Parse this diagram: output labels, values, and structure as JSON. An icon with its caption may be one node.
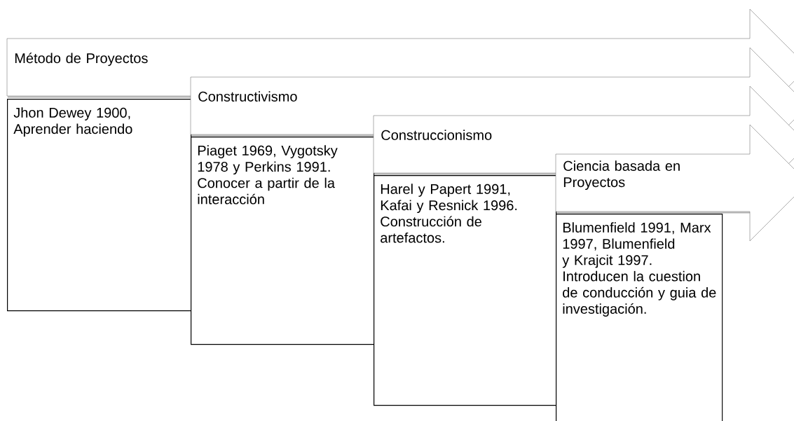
{
  "diagram": {
    "nodes": [
      {
        "text": [
          "Método de Proyectos"
        ]
      },
      {
        "text": [
          "Jhon Dewey 1900, Aprender haciendo"
        ]
      },
      {
        "text": [
          "Constructivismo"
        ]
      },
      {
        "text": [
          "Piaget 1969, Vygotsky 1978 y Perkins 1991. Conocer a partir de la interacción"
        ]
      },
      {
        "text": [
          "Construccionismo"
        ]
      },
      {
        "text": [
          "Harel y Papert 1991, Kafai y Resnick 1996. Construcción de artefactos."
        ]
      },
      {
        "text": [
          "Ciencia basada en Proyectos"
        ]
      },
      {
        "text": [
          "Blumenfield 1991, Marx 1997, Blumenfield y Krajcit 1997. Introducen la cuestion de conducción y guia de investigación."
        ]
      }
    ]
  }
}
